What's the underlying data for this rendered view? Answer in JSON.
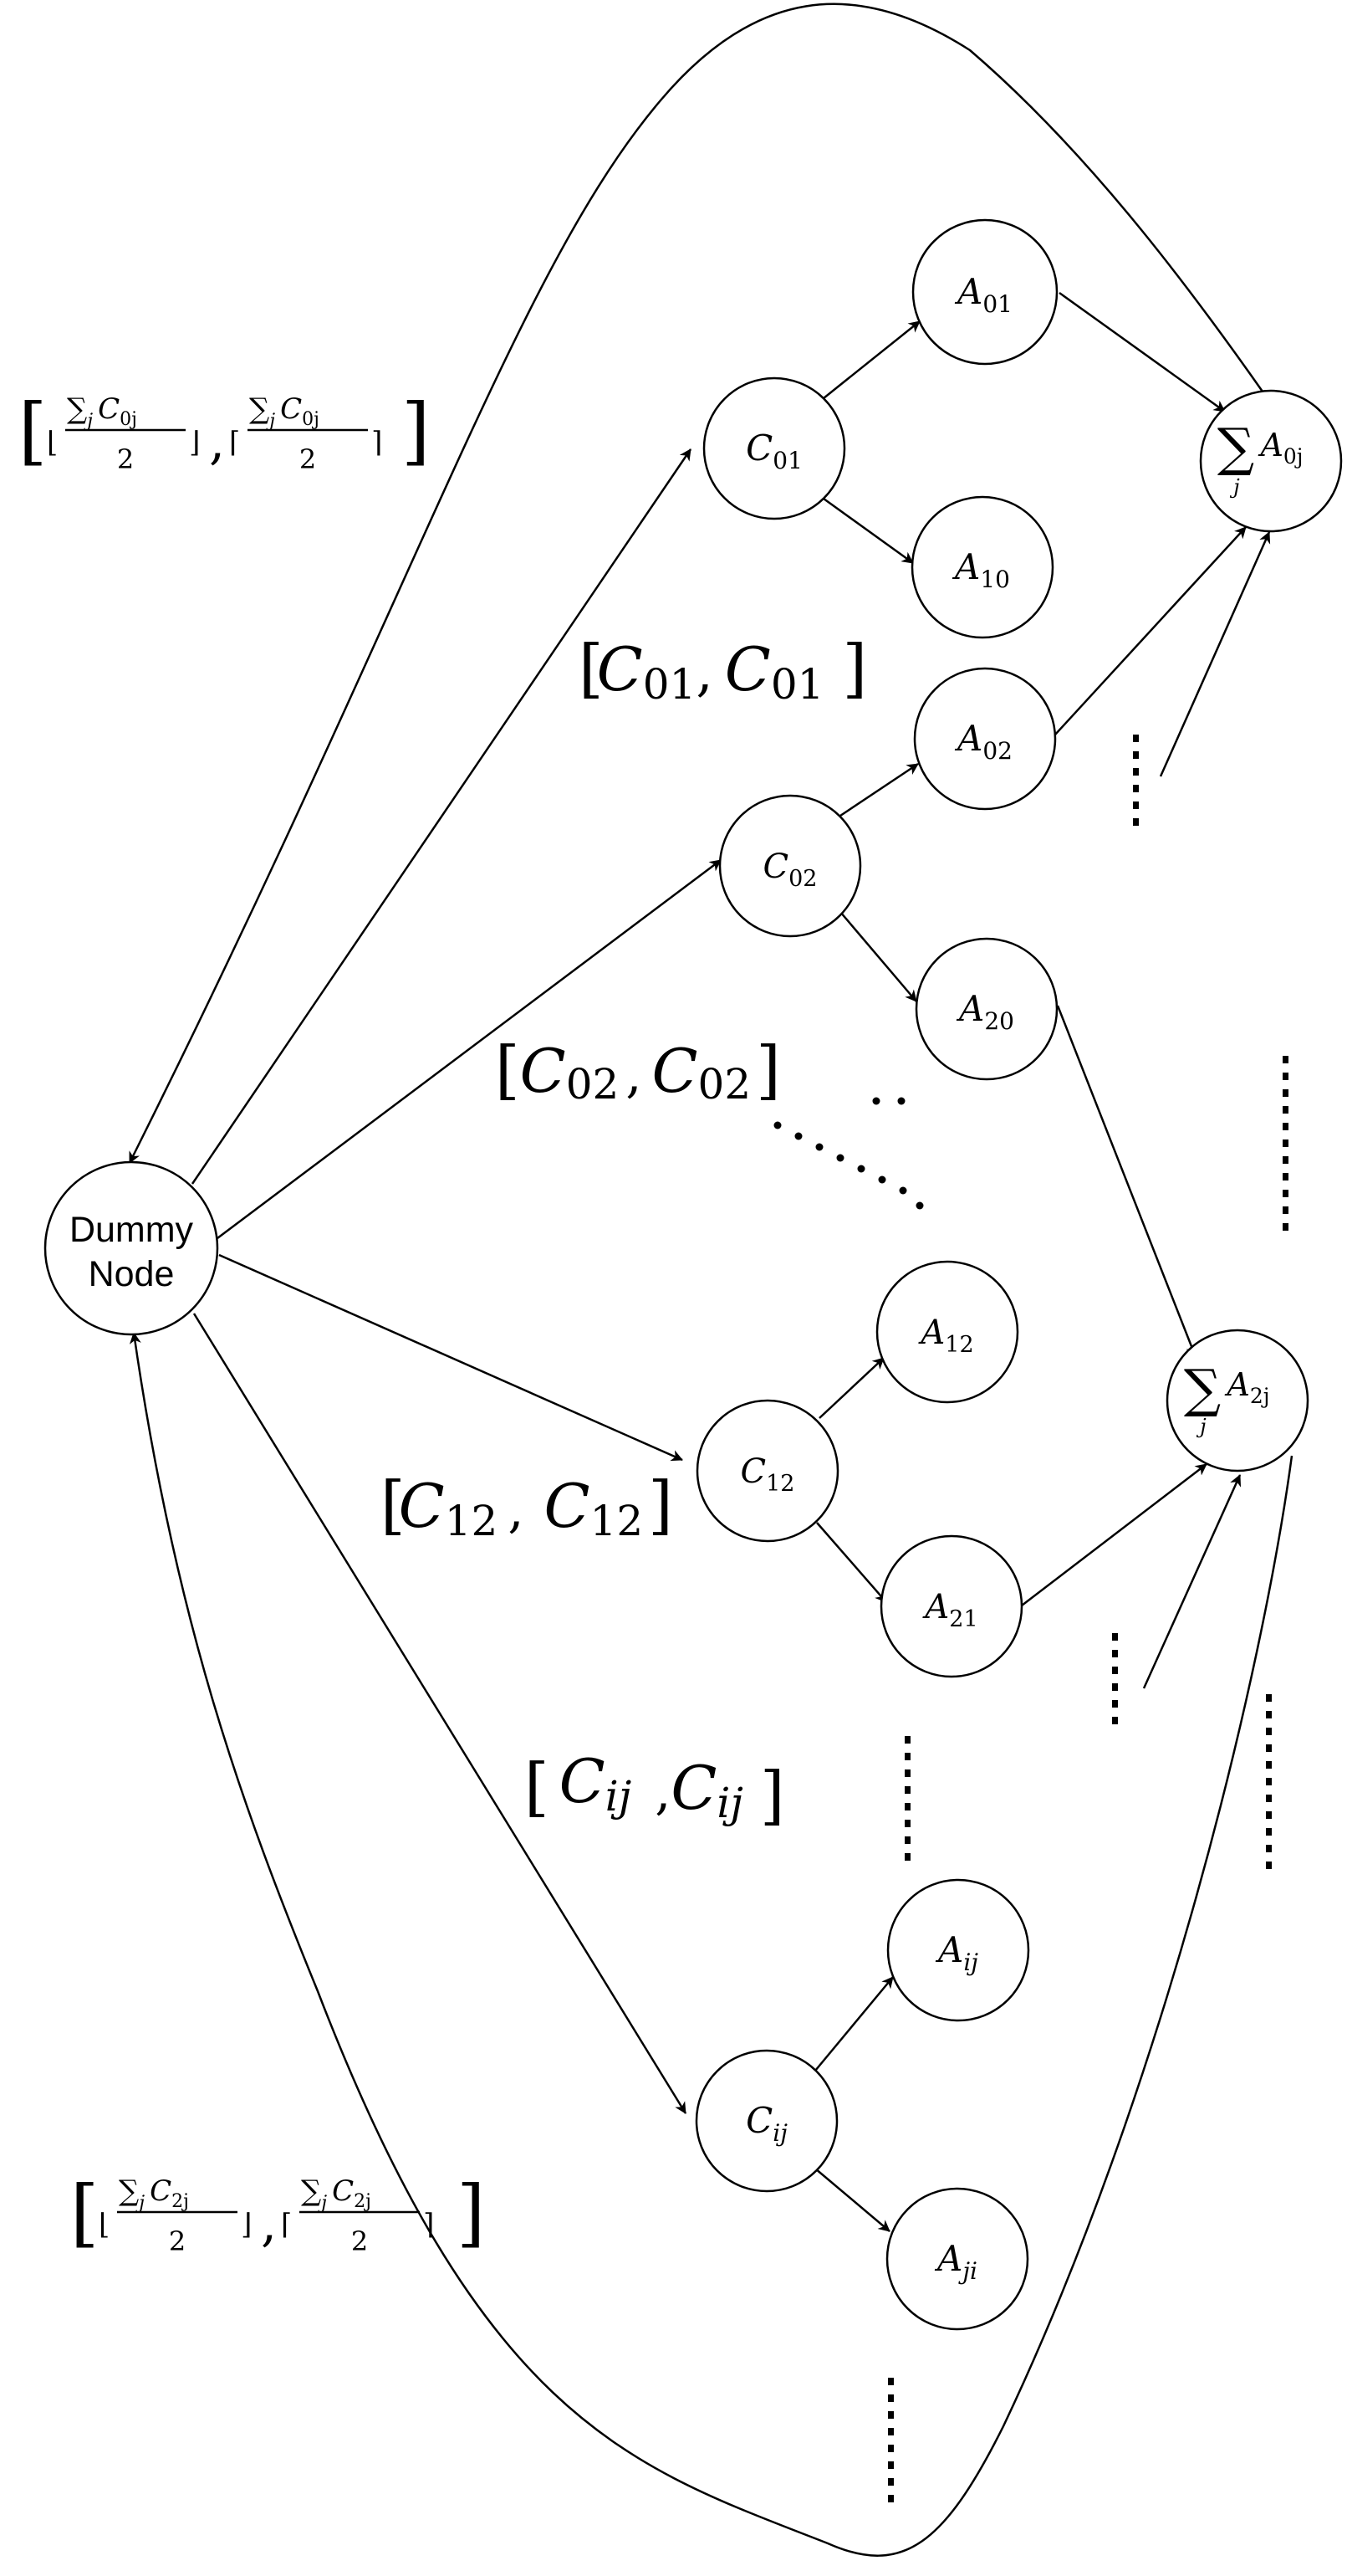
{
  "diagram": {
    "dummy_node": {
      "line1": "Dummy",
      "line2": "Node"
    },
    "c_nodes": [
      {
        "id": "C01",
        "base": "C",
        "sub": "01"
      },
      {
        "id": "C02",
        "base": "C",
        "sub": "02"
      },
      {
        "id": "C12",
        "base": "C",
        "sub": "12"
      },
      {
        "id": "Cij",
        "base": "C",
        "sub": "ij"
      }
    ],
    "a_nodes": [
      {
        "id": "A01",
        "base": "A",
        "sub": "01"
      },
      {
        "id": "A10",
        "base": "A",
        "sub": "10"
      },
      {
        "id": "A02",
        "base": "A",
        "sub": "02"
      },
      {
        "id": "A20",
        "base": "A",
        "sub": "20"
      },
      {
        "id": "A12",
        "base": "A",
        "sub": "12"
      },
      {
        "id": "A21",
        "base": "A",
        "sub": "21"
      },
      {
        "id": "Aij",
        "base": "A",
        "sub": "ij"
      },
      {
        "id": "Aji",
        "base": "A",
        "sub": "ji"
      }
    ],
    "sum_nodes": [
      {
        "id": "sumA0j",
        "sigma": "∑",
        "index": "j",
        "base": "A",
        "sub": "0j"
      },
      {
        "id": "sumA2j",
        "sigma": "∑",
        "index": "j",
        "base": "A",
        "sub": "2j"
      }
    ],
    "edge_labels": [
      {
        "id": "label-c01",
        "open": "[",
        "c1": "C",
        "s1": "01",
        "sep": ",",
        "c2": "C",
        "s2": "01",
        "close": "]"
      },
      {
        "id": "label-c02",
        "open": "[",
        "c1": "C",
        "s1": "02",
        "sep": ",",
        "c2": "C",
        "s2": "02",
        "close": "]"
      },
      {
        "id": "label-c12",
        "open": "[",
        "c1": "C",
        "s1": "12",
        "sep": ",",
        "c2": "C",
        "s2": "12",
        "close": "]"
      },
      {
        "id": "label-cij",
        "open": "[",
        "c1": "C",
        "s1": "ij",
        "sep": ",",
        "c2": "C",
        "s2": "ij",
        "close": "]"
      }
    ],
    "bound_labels": [
      {
        "id": "bound-0j",
        "sigma": "∑",
        "index": "j",
        "base": "C",
        "sub": "0j",
        "denom": "2",
        "floor_l": "⌊",
        "floor_r": "⌋",
        "ceil_l": "⌈",
        "ceil_r": "⌉",
        "open": "[",
        "sep": ",",
        "close": "]"
      },
      {
        "id": "bound-2j",
        "sigma": "∑",
        "index": "j",
        "base": "C",
        "sub": "2j",
        "denom": "2",
        "floor_l": "⌊",
        "floor_r": "⌋",
        "ceil_l": "⌈",
        "ceil_r": "⌉",
        "open": "[",
        "sep": ",",
        "close": "]"
      }
    ]
  }
}
